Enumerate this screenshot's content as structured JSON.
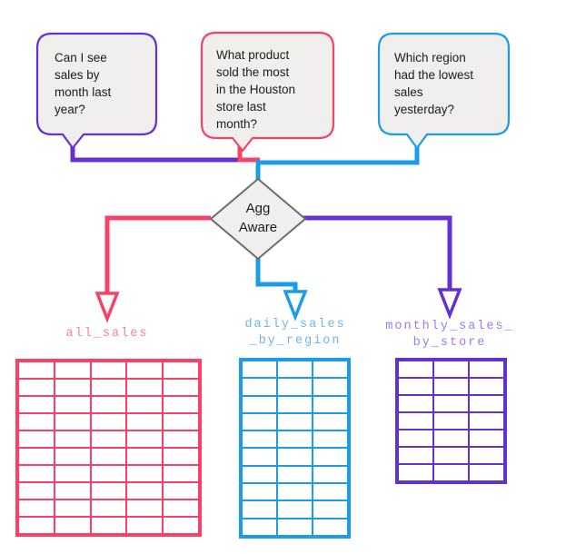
{
  "colors": {
    "accent_purple": "#6430d4",
    "accent_pink": "#f94166",
    "accent_blue": "#1b9ce8",
    "label_pink": "#f9819b",
    "label_blue": "#6fb5ea",
    "label_purple": "#9d7ce6",
    "shape_fill": "#f0efee",
    "shape_stroke": "#6d6d6d",
    "text": "#1c1c1c"
  },
  "bubbles": [
    {
      "id": "question-1",
      "text": "Can I see\nsales by\nmonth last\nyear?"
    },
    {
      "id": "question-2",
      "text": "What product\nsold the most\nin the Houston\nstore last\nmonth?"
    },
    {
      "id": "question-3",
      "text": "Which region\nhad the lowest\nsales\nyesterday?"
    }
  ],
  "decision": {
    "label": "Agg\nAware"
  },
  "tables": [
    {
      "id": "all_sales",
      "label": "all_sales",
      "cols": 5,
      "rows": 10
    },
    {
      "id": "daily_sales_by_region",
      "label": "daily_sales\n_by_region",
      "cols": 3,
      "rows": 10
    },
    {
      "id": "monthly_sales_by_store",
      "label": "monthly_sales_\nby_store",
      "cols": 3,
      "rows": 7
    }
  ]
}
